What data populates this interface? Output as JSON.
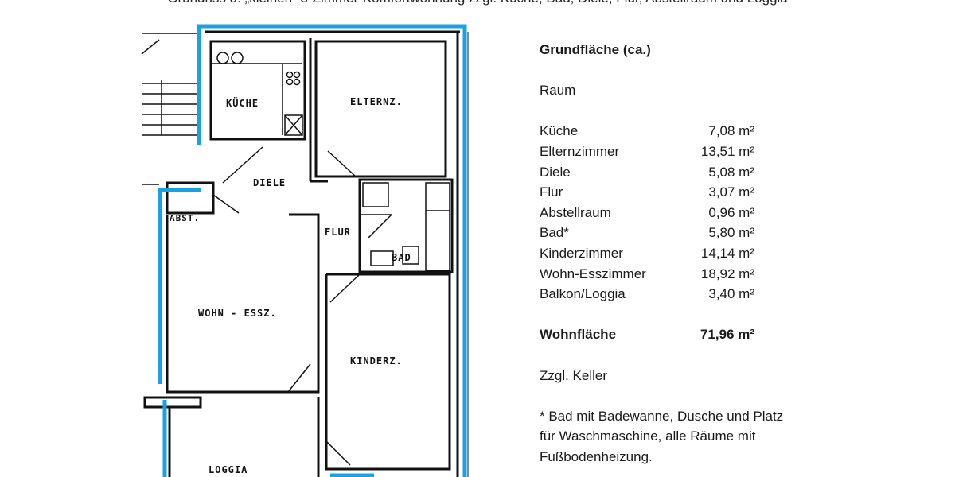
{
  "caption": "Grundriss d. „kleinen“ 3-Zimmer-Komfortwohnung zzgl. Küche, Bad, Diele, Flur, Abstellraum und Loggia",
  "plan": {
    "outline_color": "#1ba1e2",
    "labels": {
      "kueche": "KÜCHE",
      "elternz": "ELTERNZ.",
      "diele": "DIELE",
      "abst": "ABST.",
      "flur": "FLUR",
      "bad": "BAD",
      "wohn": "WOHN - ESSZ.",
      "kinderz": "KINDERZ.",
      "loggia": "LOGGIA"
    }
  },
  "panel": {
    "heading": "Grundfläche  (ca.)",
    "column_label": "Raum",
    "rooms": [
      {
        "name": "Küche",
        "area": "7,08 m²"
      },
      {
        "name": "Elternzimmer",
        "area": "13,51 m²"
      },
      {
        "name": "Diele",
        "area": "5,08 m²"
      },
      {
        "name": "Flur",
        "area": "3,07 m²"
      },
      {
        "name": "Abstellraum",
        "area": "0,96 m²"
      },
      {
        "name": "Bad*",
        "area": "5,80 m²"
      },
      {
        "name": "Kinderzimmer",
        "area": "14,14 m²"
      },
      {
        "name": "Wohn-Esszimmer",
        "area": "18,92 m²"
      },
      {
        "name": "Balkon/Loggia",
        "area": "3,40 m²"
      }
    ],
    "total_label": "Wohnfläche",
    "total_area": "71,96 m²",
    "extra": "Zzgl. Keller",
    "footnote": "* Bad mit Badewanne, Dusche und Platz für Waschmaschine, alle Räume mit Fußbodenheizung."
  }
}
